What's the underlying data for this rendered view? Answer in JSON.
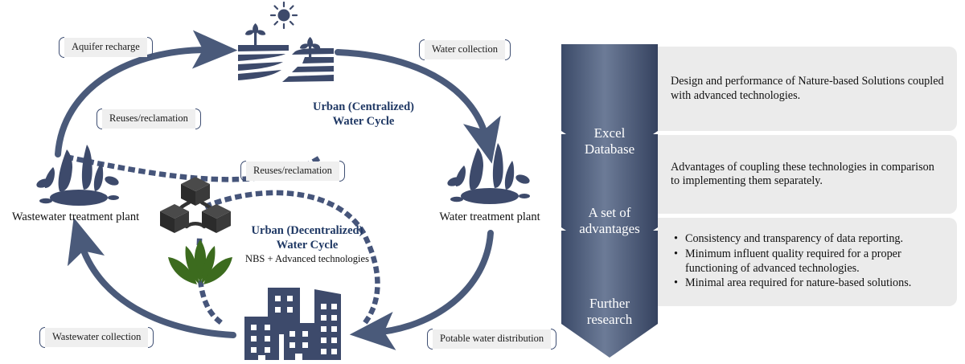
{
  "colors": {
    "navy": "#3d4a6b",
    "dark_navy": "#2f3c5c",
    "title_blue": "#1f3864",
    "chip_bg": "#efefef",
    "chip_border": "#3f4f73",
    "content_bg": "#ebebeb",
    "chevron_dark": "#3e4f6d",
    "chevron_light": "#6d7c99",
    "leaf_green": "#3c6b1e",
    "cube_gray": "#3a3a3a"
  },
  "cycle": {
    "centralized_title_line1": "Urban (Centralized)",
    "centralized_title_line2": "Water Cycle",
    "decentralized_title_line1": "Urban (Decentralized)",
    "decentralized_title_line2": "Water Cycle",
    "decentralized_subtitle": "NBS + Advanced technologies",
    "nodes": {
      "wastewater_plant": "Wastewater treatment plant",
      "water_plant": "Water treatment plant"
    },
    "labels": {
      "aquifer_recharge": "Aquifer recharge",
      "water_collection": "Water collection",
      "reuses_reclamation_upper": "Reuses/reclamation",
      "reuses_reclamation_lower": "Reuses/reclamation",
      "wastewater_collection": "Wastewater collection",
      "potable_water_distribution": "Potable water distribution"
    },
    "icons": {
      "farm": "farm-field-sun-icon",
      "splash_left": "water-splash-icon",
      "splash_right": "water-splash-icon",
      "cubes": "decentralized-network-cubes-icon",
      "lotus": "lotus-flower-icon",
      "city": "city-buildings-icon"
    }
  },
  "flow": {
    "steps": [
      {
        "label_line1": "Excel",
        "label_line2": "Database",
        "text": "Design and performance of Nature-based Solutions coupled with advanced technologies.",
        "bullets": []
      },
      {
        "label_line1": "A set of",
        "label_line2": "advantages",
        "text": "Advantages of coupling these technologies in comparison to implementing them separately.",
        "bullets": []
      },
      {
        "label_line1": "Further",
        "label_line2": "research",
        "text": "",
        "bullets": [
          "Consistency and transparency of data reporting.",
          "Minimum influent quality required for a proper functioning of advanced technologies.",
          "Minimal area required for nature-based solutions."
        ]
      }
    ]
  }
}
